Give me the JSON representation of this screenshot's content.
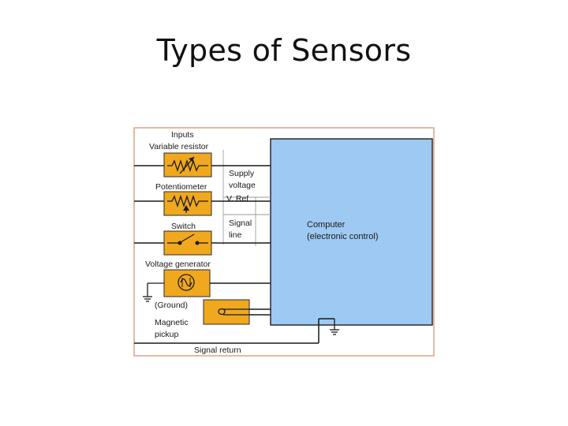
{
  "slide": {
    "title": "Types of Sensors"
  },
  "diagram": {
    "labels": {
      "inputs": "Inputs",
      "variable_resistor": "Variable resistor",
      "potentiometer": "Potentiometer",
      "switch": "Switch",
      "voltage_generator": "Voltage generator",
      "ground": "(Ground)",
      "magnetic_pickup_1": "Magnetic",
      "magnetic_pickup_2": "pickup",
      "signal_return": "Signal return",
      "supply_voltage_1": "Supply",
      "supply_voltage_2": "voltage",
      "v_ref": "V. Ref",
      "signal_line_1": "Signal",
      "signal_line_2": "line",
      "computer_1": "Computer",
      "computer_2": "(electronic control)"
    },
    "colors": {
      "frame": "#d9a48a",
      "component_fill": "#f0a81e",
      "computer_fill": "#9ec9f2",
      "wire": "#1a1a1a",
      "faint_wire": "#999999"
    },
    "icons": [
      "variable-resistor-icon",
      "potentiometer-icon",
      "switch-icon",
      "ac-generator-icon",
      "coil-icon",
      "ground-icon"
    ]
  }
}
